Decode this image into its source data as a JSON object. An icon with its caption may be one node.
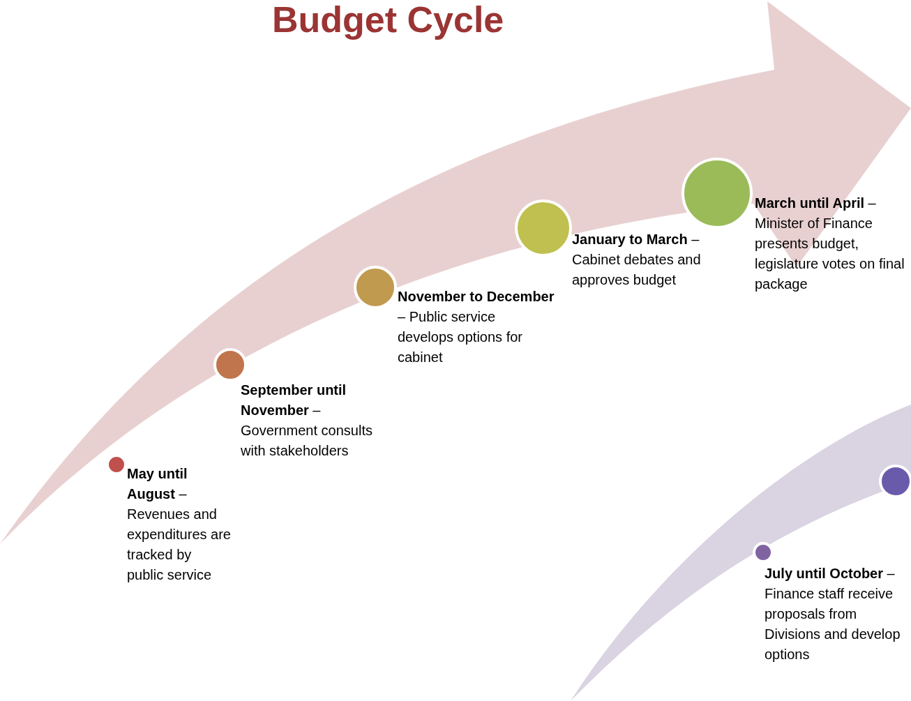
{
  "diagram": {
    "title": "Budget Cycle",
    "nodes": [
      {
        "text": [
          "**May until August** – Revenues and expenditures are tracked by public service"
        ]
      },
      {
        "text": [
          "**September until November** – Government consults with stakeholders"
        ]
      },
      {
        "text": [
          "**November to December** – Public service develops options for cabinet"
        ]
      },
      {
        "text": [
          "**January to March** – Cabinet debates and approves budget"
        ]
      },
      {
        "text": [
          "**March until April** – Minister of Finance presents budget, legislature votes on final package"
        ]
      },
      {
        "text": [],
        "shape": "circle"
      },
      {
        "text": [
          "**July until October** – Finance staff receive proposals from Divisions and develop options"
        ]
      }
    ]
  }
}
